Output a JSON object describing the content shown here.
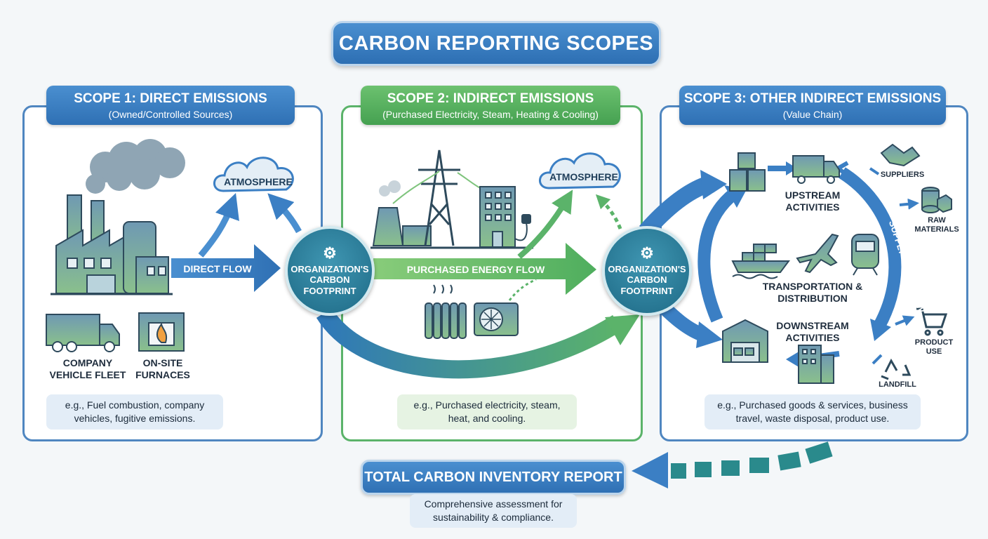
{
  "title": "CARBON REPORTING SCOPES",
  "scope1": {
    "heading": "SCOPE 1: DIRECT EMISSIONS",
    "subheading": "(Owned/Controlled Sources)",
    "atmosphere": "ATMOSPHERE",
    "flow": "DIRECT FLOW",
    "footprint": [
      "ORGANIZATION'S",
      "CARBON",
      "FOOTPRINT"
    ],
    "fleet": [
      "COMPANY",
      "VEHICLE FLEET"
    ],
    "furnaces": [
      "ON-SITE",
      "FURNACES"
    ],
    "note": "e.g., Fuel combustion, company vehicles, fugitive emissions."
  },
  "scope2": {
    "heading": "SCOPE 2: INDIRECT EMISSIONS",
    "subheading": "(Purchased Electricity, Steam, Heating & Cooling)",
    "atmosphere": "ATMOSPHERE",
    "flow": "PURCHASED ENERGY FLOW",
    "footprint": [
      "ORGANIZATION'S",
      "CARBON",
      "FOOTPRINT"
    ],
    "note": "e.g., Purchased electricity, steam, heat, and cooling."
  },
  "scope3": {
    "heading": "SCOPE 3: OTHER INDIRECT EMISSIONS",
    "subheading": "(Value Chain)",
    "upstream": [
      "UPSTREAM",
      "ACTIVITIES"
    ],
    "transport": [
      "TRANSPORTATION &",
      "DISTRIBUTION"
    ],
    "downstream": [
      "DOWNSTREAM",
      "ACTIVITIES"
    ],
    "suppliers": "SUPPLIERS",
    "raw": [
      "RAW",
      "MATERIALS"
    ],
    "product": [
      "PRODUCT",
      "USE"
    ],
    "landfill": "LANDFILL",
    "supply_flow": "SUPPLY CHAIN FLOW",
    "note": "e.g., Purchased goods & services, business travel, waste disposal, product use."
  },
  "total": {
    "heading": "TOTAL CARBON INVENTORY REPORT",
    "note": "Comprehensive assessment for sustainability & compliance."
  },
  "colors": {
    "blue": "#3b7fc4",
    "green": "#5bb36a",
    "teal": "#2a7d98"
  }
}
